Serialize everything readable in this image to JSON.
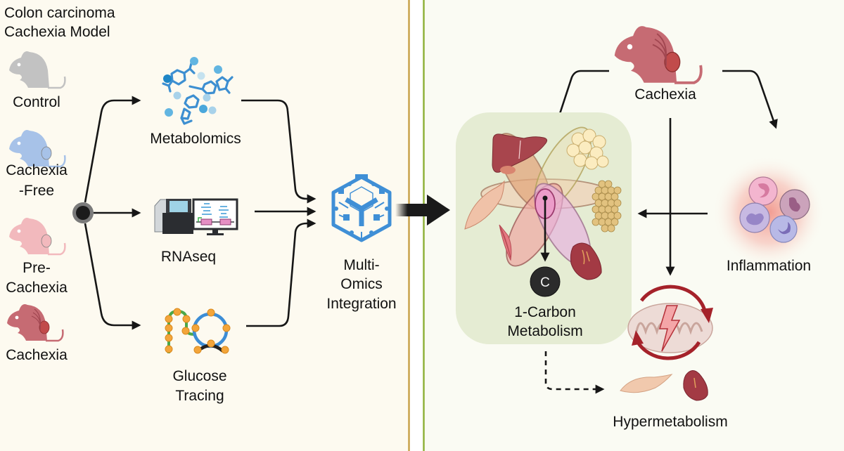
{
  "left_panel": {
    "title_line1": "Colon carcinoma",
    "title_line2": "Cachexia Model",
    "groups": [
      {
        "label_lines": [
          "Control"
        ],
        "color": "#c2c2c2",
        "tumor": false
      },
      {
        "label_lines": [
          "Cachexia",
          "-Free"
        ],
        "color": "#a7c2e8",
        "tumor": true
      },
      {
        "label_lines": [
          "Pre-",
          "Cachexia"
        ],
        "color": "#f2b9bd",
        "tumor": true
      },
      {
        "label_lines": [
          "Cachexia"
        ],
        "color": "#c66b73",
        "tumor": true
      }
    ],
    "methods": [
      {
        "label_lines": [
          "Metabolomics"
        ],
        "icon": "molecules-icon"
      },
      {
        "label_lines": [
          "RNAseq"
        ],
        "icon": "sequencer-icon"
      },
      {
        "label_lines": [
          "Glucose",
          "Tracing"
        ],
        "icon": "isotope-tracing-icon"
      }
    ],
    "integration": {
      "label_lines": [
        "Multi-",
        "Omics",
        "Integration"
      ],
      "icon": "network-cube-icon"
    }
  },
  "right_panel": {
    "cachexia": {
      "label": "Cachexia",
      "icon": "cachectic-mouse-icon"
    },
    "hub": {
      "label_lines": [
        "1-Carbon",
        "Metabolism"
      ],
      "center_symbol": "C",
      "organs": [
        "liver",
        "white-adipose",
        "brown-adipose",
        "skeletal-muscle",
        "heart"
      ]
    },
    "inflammation": {
      "label": "Inflammation",
      "icon": "immune-cells-icon"
    },
    "hypermetabolism": {
      "label": "Hypermetabolism",
      "icon": "mitochondria-energy-icon"
    }
  },
  "colors": {
    "left_bg": "#fdfaf0",
    "right_bg": "#fafbf3",
    "left_divider": "#c8a24a",
    "right_divider": "#8fb23a",
    "hub_bg": "#e5ecd3",
    "arrow": "#161616",
    "accent_blue": "#3f8fd6",
    "accent_red": "#a5222a"
  }
}
